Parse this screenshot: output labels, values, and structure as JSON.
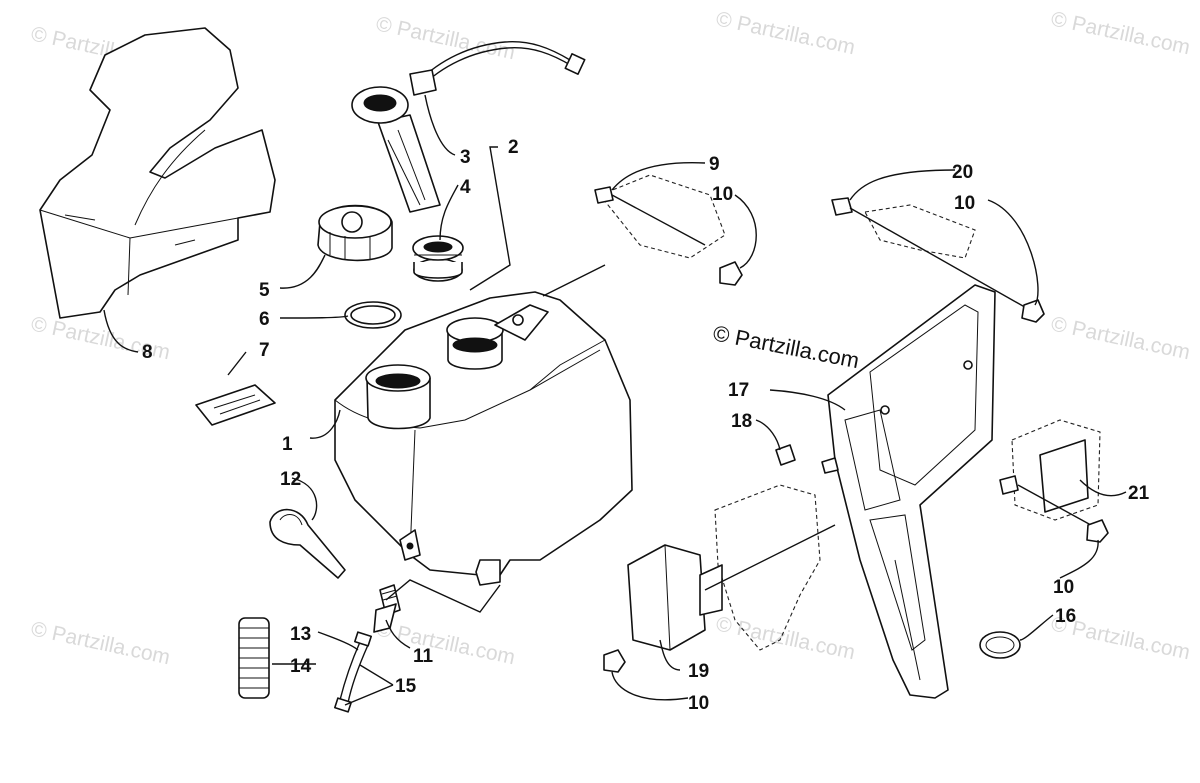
{
  "watermark": {
    "center_text": "© Partzilla.com",
    "tile_text": "© Partzilla.com"
  },
  "part_labels": {
    "p1": "1",
    "p2": "2",
    "p3": "3",
    "p4": "4",
    "p5": "5",
    "p6": "6",
    "p7": "7",
    "p8": "8",
    "p9": "9",
    "p10a": "10",
    "p10b": "10",
    "p10c": "10",
    "p10d": "10",
    "p11": "11",
    "p12": "12",
    "p13": "13",
    "p14": "14",
    "p15": "15",
    "p16": "16",
    "p17": "17",
    "p18": "18",
    "p19": "19",
    "p20": "20",
    "p21": "21"
  },
  "colors": {
    "line": "#111111",
    "background": "#ffffff",
    "watermark": "#d9d9d9"
  }
}
